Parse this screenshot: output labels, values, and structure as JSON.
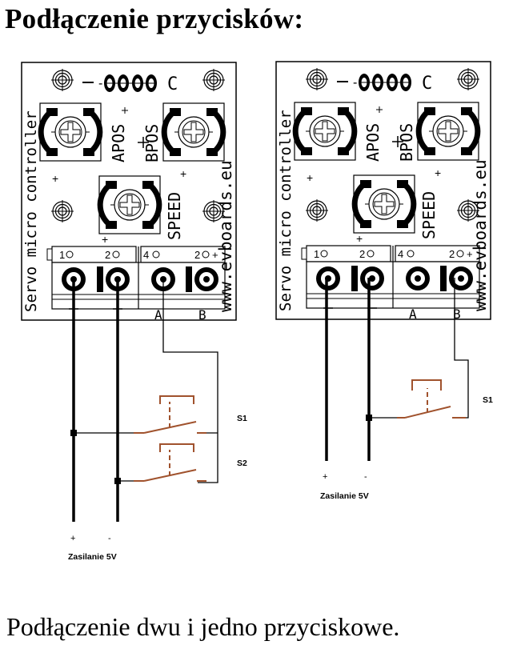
{
  "title": "Podłączenie przycisków:",
  "caption": "Podłączenie dwu i jedno przyciskowe.",
  "board": {
    "side_label": "Servo micro controller",
    "url": "www.evboards.eu",
    "apos": "APOS",
    "bpos": "BPOS",
    "speed": "SPEED",
    "minus": "-",
    "c": "C",
    "plus": "+",
    "t_1": "1",
    "t_2": "2",
    "t_4": "4",
    "t_plus": "+",
    "lbl_a": "A",
    "lbl_b": "B"
  },
  "left_circuit": {
    "switch_1": "S1",
    "switch_2": "S2",
    "plus": "+",
    "minus": "-",
    "supply": "Zasilanie 5V"
  },
  "right_circuit": {
    "switch_1": "S1",
    "plus": "+",
    "minus": "-",
    "supply": "Zasilanie 5V"
  },
  "colors": {
    "wire": "#000000",
    "switch": "#a0522d"
  }
}
